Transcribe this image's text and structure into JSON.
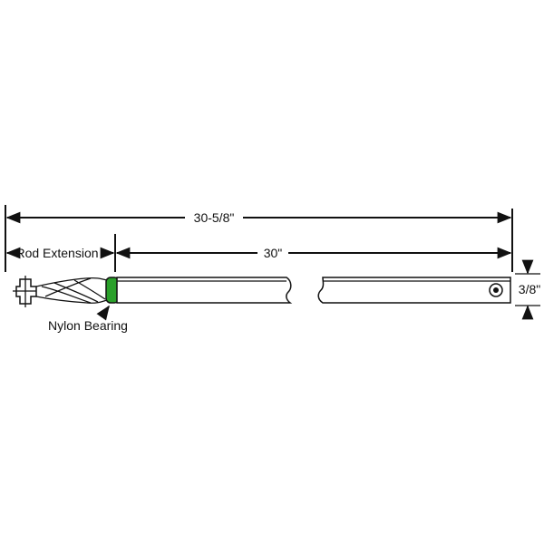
{
  "dimensions": {
    "overall_length": "30-5/8\"",
    "rod_extension": "Rod Extension",
    "rod_length": "30\"",
    "diameter": "3/8\""
  },
  "labels": {
    "nylon_bearing": "Nylon Bearing"
  },
  "colors": {
    "line": "#111111",
    "bearing": "#2aa02a",
    "background": "#ffffff"
  }
}
